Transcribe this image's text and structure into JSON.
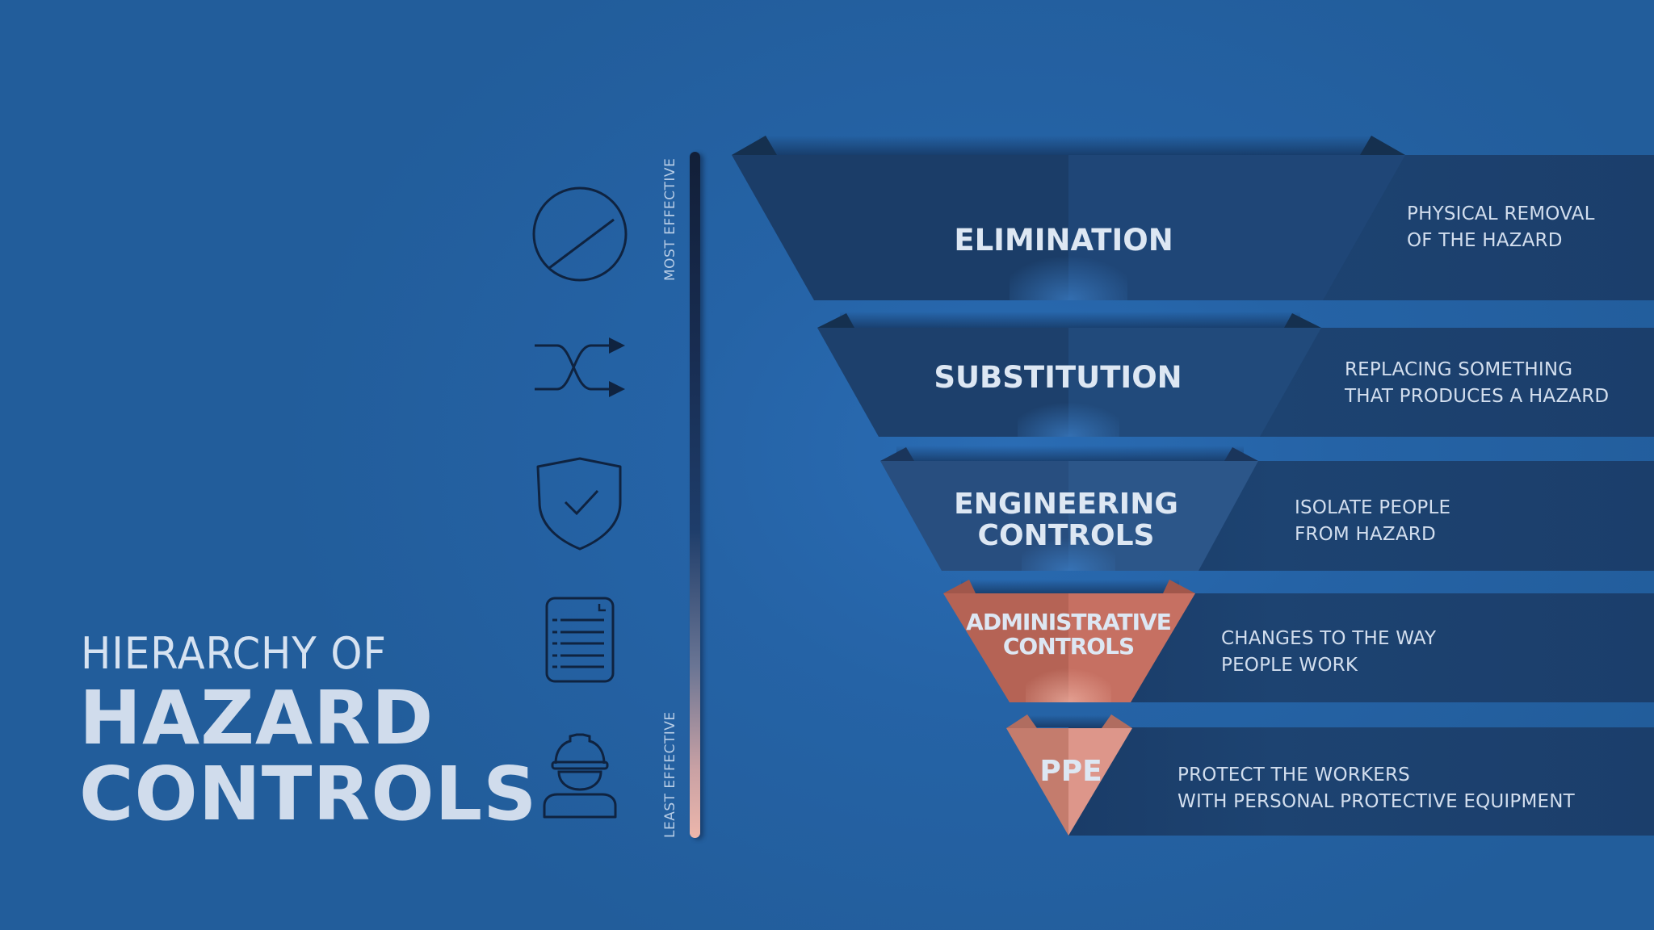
{
  "title": {
    "line1": "HIERARCHY OF",
    "line2": "HAZARD",
    "line3": "CONTROLS"
  },
  "scale": {
    "top_label": "MOST EFFECTIVE",
    "bottom_label": "LEAST EFFECTIVE"
  },
  "icons": [
    {
      "name": "prohibited-icon"
    },
    {
      "name": "shuffle-arrows-icon"
    },
    {
      "name": "shield-check-icon"
    },
    {
      "name": "document-list-icon"
    },
    {
      "name": "worker-hardhat-icon"
    }
  ],
  "levels": [
    {
      "label_line1": "ELIMINATION",
      "label_line2": "",
      "description_line1": "PHYSICAL REMOVAL",
      "description_line2": "OF THE HAZARD",
      "color_left": "#1b3d68",
      "color_right": "#1f4677"
    },
    {
      "label_line1": "SUBSTITUTION",
      "label_line2": "",
      "description_line1": "REPLACING SOMETHING",
      "description_line2": "THAT PRODUCES A HAZARD",
      "color_left": "#1d406c",
      "color_right": "#214a7b"
    },
    {
      "label_line1": "ENGINEERING",
      "label_line2": "CONTROLS",
      "description_line1": "ISOLATE PEOPLE",
      "description_line2": "FROM HAZARD",
      "color_left": "#284e7f",
      "color_right": "#2c5689"
    },
    {
      "label_line1": "ADMINISTRATIVE",
      "label_line2": "CONTROLS",
      "description_line1": "CHANGES TO THE WAY",
      "description_line2": "PEOPLE WORK",
      "color_left": "#b56355",
      "color_right": "#c67062"
    },
    {
      "label_line1": "PPE",
      "label_line2": "",
      "description_line1": "PROTECT THE WORKERS",
      "description_line2": "WITH PERSONAL PROTECTIVE EQUIPMENT",
      "color_left": "#c47c6d",
      "color_right": "#dd968a"
    }
  ],
  "colors": {
    "background": "#225d9b",
    "band": "#1c416f",
    "icon_stroke": "#0f2340",
    "text_light": "#dde7f3"
  }
}
